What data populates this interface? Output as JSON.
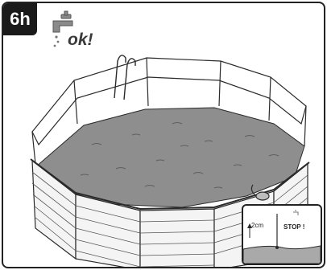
{
  "step_label": "6h",
  "ok_label": "ok!",
  "inset": {
    "depth_label": "2cm",
    "stop_label": "STOP !"
  },
  "colors": {
    "sand": "#8e8e8e",
    "outline": "#2a2a2a",
    "wood_light": "#f4f4f4",
    "tab_background": "#1a1a1a"
  },
  "icons": [
    "water-tap-icon",
    "pool-ladder",
    "filling-hose"
  ]
}
